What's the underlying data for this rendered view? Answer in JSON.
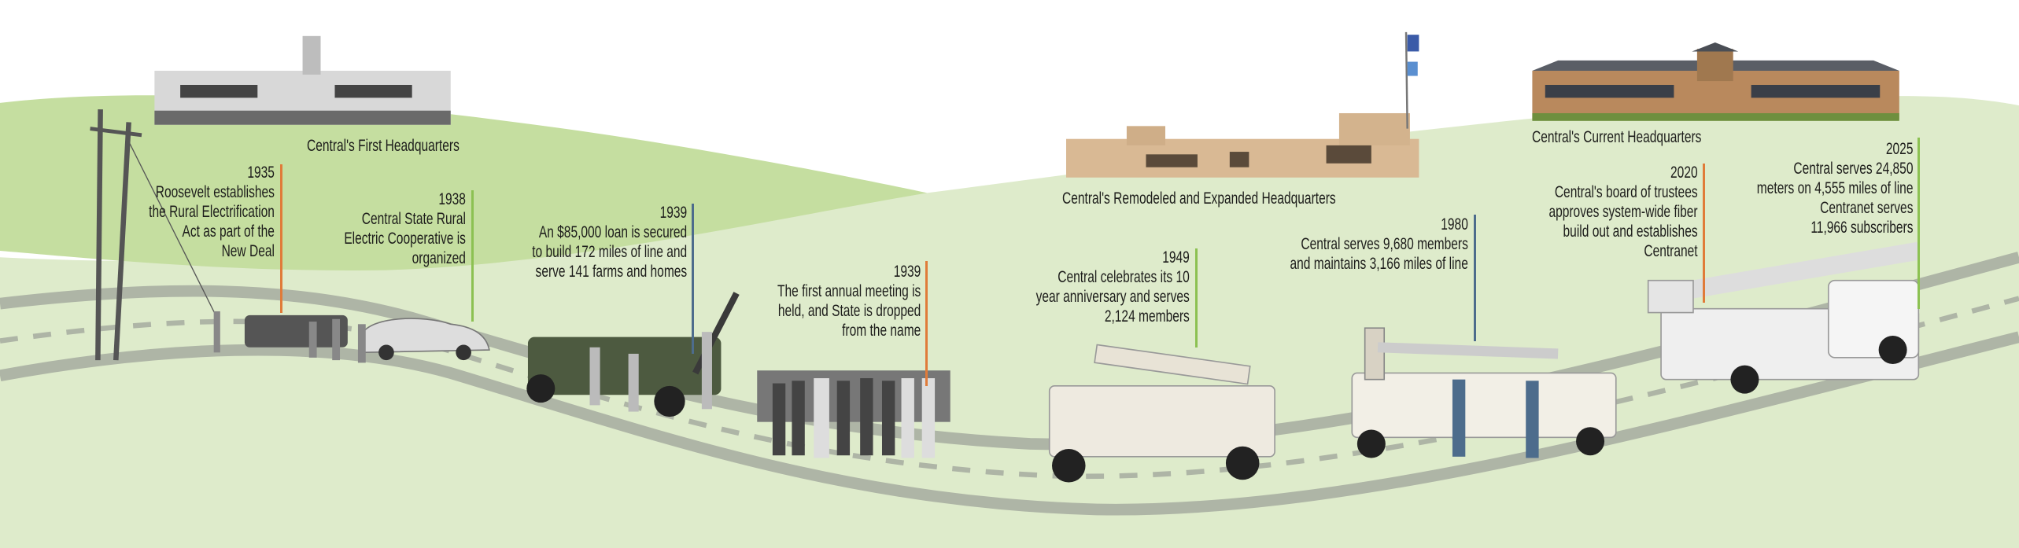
{
  "colors": {
    "hill_dark": "#c5dea0",
    "hill_light": "#deebcb",
    "road": "#aeb5a6",
    "dash": "#aeb5a6",
    "orange": "#e07b39",
    "green": "#8cc152",
    "blue": "#4d6c8c"
  },
  "headquarters": {
    "first": "Central's First Headquarters",
    "remodeled": "Central's Remodeled and Expanded Headquarters",
    "current": "Central's Current Headquarters"
  },
  "events": [
    {
      "year": "1935",
      "lines": [
        "Roosevelt establishes",
        "the Rural Electrification",
        "Act as part of the",
        "New Deal"
      ],
      "color": "orange"
    },
    {
      "year": "1938",
      "lines": [
        "Central State Rural",
        "Electric Cooperative is",
        "organized"
      ],
      "color": "green"
    },
    {
      "year": "1939",
      "lines": [
        "An $85,000 loan is secured",
        "to build 172 miles of line and",
        "serve 141 farms and homes"
      ],
      "color": "blue"
    },
    {
      "year": "1939",
      "lines": [
        "The first annual meeting is",
        "held, and State is dropped",
        "from the name"
      ],
      "color": "orange"
    },
    {
      "year": "1949",
      "lines": [
        "Central celebrates its 10",
        "year anniversary and serves",
        "2,124 members"
      ],
      "color": "green"
    },
    {
      "year": "1980",
      "lines": [
        "Central serves 9,680 members",
        "and maintains 3,166 miles of line"
      ],
      "color": "blue"
    },
    {
      "year": "2020",
      "lines": [
        "Central's board of trustees",
        "approves system-wide fiber",
        "build out and establishes",
        "Centranet"
      ],
      "color": "orange"
    },
    {
      "year": "2025",
      "lines": [
        "Central serves 24,850",
        "meters on 4,555 miles of line",
        "Centranet serves",
        "11,966 subscribers"
      ],
      "color": "green"
    }
  ]
}
